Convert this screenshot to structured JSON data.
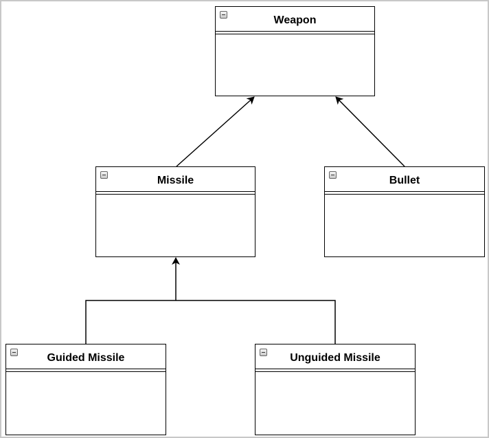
{
  "diagram": {
    "classes": {
      "weapon": {
        "name": "Weapon"
      },
      "missile": {
        "name": "Missile"
      },
      "bullet": {
        "name": "Bullet"
      },
      "guided_missile": {
        "name": "Guided Missile"
      },
      "unguided_missile": {
        "name": "Unguided Missile"
      }
    },
    "relations": [
      {
        "from": "Missile",
        "to": "Weapon",
        "type": "generalization"
      },
      {
        "from": "Bullet",
        "to": "Weapon",
        "type": "generalization"
      },
      {
        "from": "Guided Missile",
        "to": "Missile",
        "type": "generalization"
      },
      {
        "from": "Unguided Missile",
        "to": "Missile",
        "type": "generalization"
      }
    ]
  }
}
